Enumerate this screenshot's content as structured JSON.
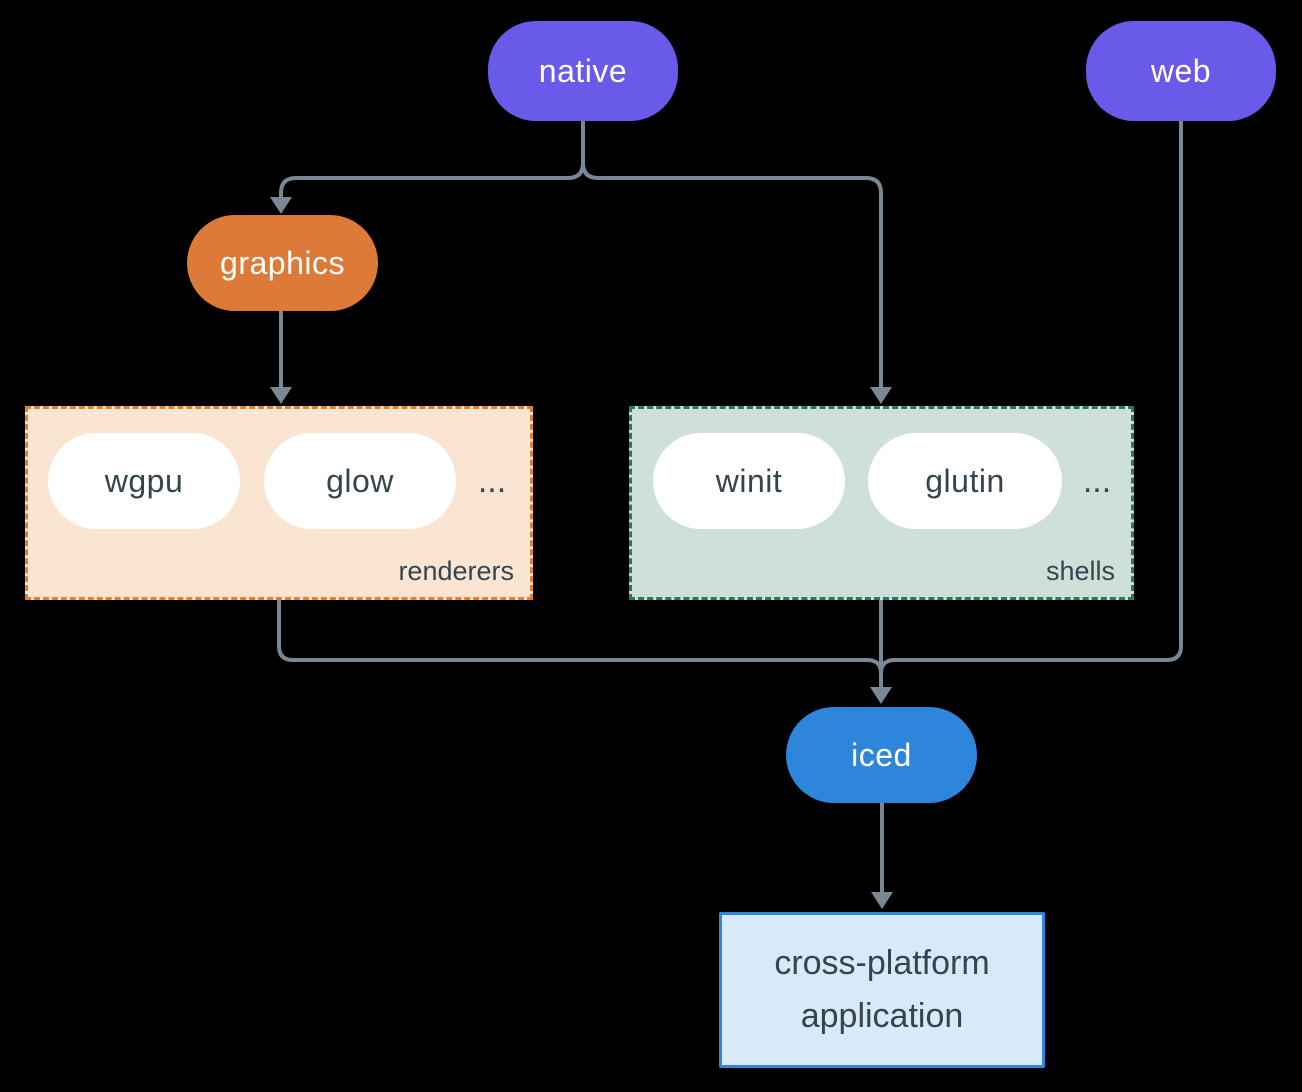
{
  "nodes": {
    "native": {
      "label": "native"
    },
    "web": {
      "label": "web"
    },
    "graphics": {
      "label": "graphics"
    },
    "iced": {
      "label": "iced"
    },
    "application": {
      "label": "cross-platform application"
    }
  },
  "groups": {
    "renderers": {
      "label": "renderers",
      "items": [
        "wgpu",
        "glow"
      ],
      "ellipsis": "..."
    },
    "shells": {
      "label": "shells",
      "items": [
        "winit",
        "glutin"
      ],
      "ellipsis": "..."
    }
  },
  "colors": {
    "background": "#000000",
    "purple": "#6A5AE9",
    "orange": "#DE7A38",
    "orange-border": "#E08030",
    "peach": "#FAE5D3",
    "sage": "#CFE0D8",
    "teal-border": "#26786C",
    "blue": "#2E86DB",
    "blue-border": "#2E86DE",
    "lightblue": "#D8E9F8",
    "text": "#35454F",
    "line": "#7A8794"
  }
}
